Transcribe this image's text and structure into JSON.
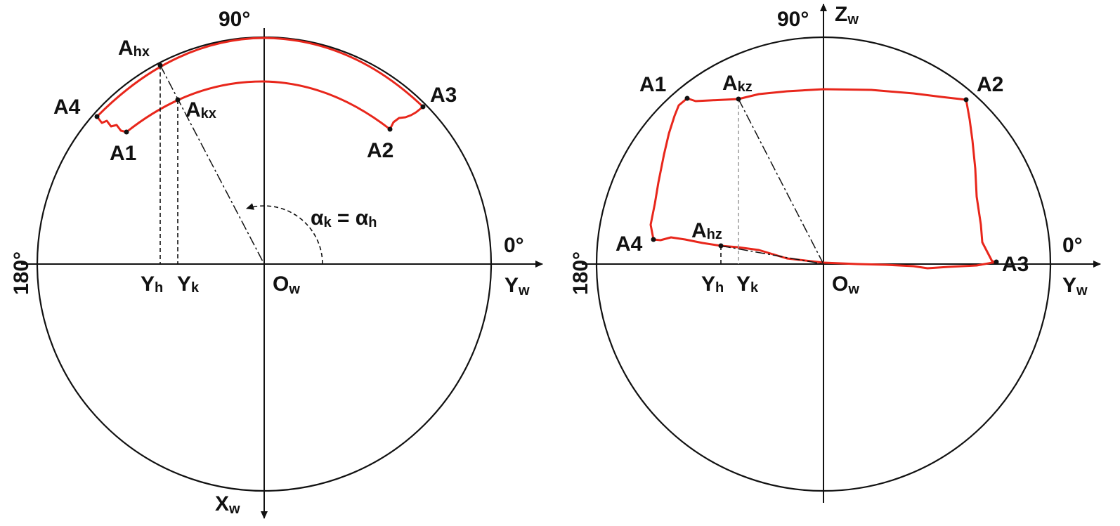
{
  "left": {
    "angle_90": "90°",
    "angle_0": "0°",
    "angle_180": "180°",
    "axis_y": {
      "base": "Y",
      "sub": "w"
    },
    "axis_x": {
      "base": "X",
      "sub": "w"
    },
    "origin": {
      "base": "O",
      "sub": "w"
    },
    "pt_a4": "A4",
    "pt_a1": "A1",
    "pt_a2": "A2",
    "pt_a3": "A3",
    "pt_ahx": {
      "base": "A",
      "sub": "hx"
    },
    "pt_akx": {
      "base": "A",
      "sub": "kx"
    },
    "tick_yh": {
      "base": "Y",
      "sub": "h"
    },
    "tick_yk": {
      "base": "Y",
      "sub": "k"
    },
    "angle_eq": {
      "a": "α",
      "a_sub": "k",
      "eq": " = ",
      "b": "α",
      "b_sub": "h"
    }
  },
  "right": {
    "angle_90": "90°",
    "angle_0": "0°",
    "angle_180": "180°",
    "axis_y": {
      "base": "Y",
      "sub": "w"
    },
    "axis_z": {
      "base": "Z",
      "sub": "w"
    },
    "origin": {
      "base": "O",
      "sub": "w"
    },
    "pt_a1": "A1",
    "pt_a2": "A2",
    "pt_a3": "A3",
    "pt_a4": "A4",
    "pt_akz": {
      "base": "A",
      "sub": "kz"
    },
    "pt_ahz": {
      "base": "A",
      "sub": "hz"
    },
    "tick_yh": {
      "base": "Y",
      "sub": "h"
    },
    "tick_yk": {
      "base": "Y",
      "sub": "k"
    }
  },
  "colors": {
    "path": "#e8261b",
    "ink": "#111111",
    "guide": "#999999"
  }
}
